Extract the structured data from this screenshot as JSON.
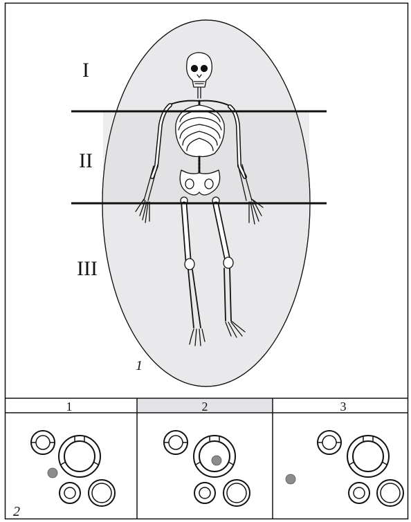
{
  "figure": {
    "panel1_label": "1",
    "panel2_label": "2",
    "zones": [
      "I",
      "II",
      "III"
    ]
  },
  "grid": {
    "columns": [
      "1",
      "2",
      "3"
    ],
    "highlighted_column": "2"
  },
  "colors": {
    "ellipse_fill": "#e9e9ec",
    "ellipse_band": "#dcdce0",
    "header_highlight": "#e4e4e8",
    "dot": "#8c8c8c",
    "ink": "#111111"
  },
  "icons": {
    "figure": "skeleton-icon"
  }
}
